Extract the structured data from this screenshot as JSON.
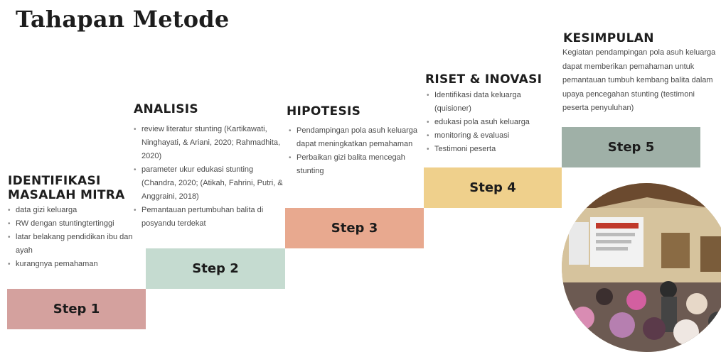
{
  "title": "Tahapan Metode",
  "steps": [
    {
      "label": "Step 1",
      "heading": "IDENTIFIKASI MASALAH MITRA",
      "items": [
        "data gizi keluarga",
        "RW dengan stuntingtertinggi",
        "latar belakang pendidikan ibu dan ayah",
        "kurangnya pemahaman"
      ]
    },
    {
      "label": "Step 2",
      "heading": "ANALISIS",
      "items": [
        "review literatur stunting (Kartikawati, Ninghayati, & Ariani, 2020;  Rahmadhita, 2020)",
        "parameter ukur edukasi stunting (Chandra, 2020;  (Atikah, Fahrini, Putri, & Anggraini, 2018)",
        "Pemantauan pertumbuhan balita di posyandu terdekat"
      ]
    },
    {
      "label": "Step 3",
      "heading": "HIPOTESIS",
      "items": [
        "Pendampingan pola asuh keluarga dapat meningkatkan pemahaman",
        "Perbaikan gizi balita mencegah stunting"
      ]
    },
    {
      "label": "Step 4",
      "heading": "RISET & INOVASI",
      "items": [
        "Identifikasi data keluarga (quisioner)",
        "edukasi pola asuh keluarga",
        "monitoring & evaluasi",
        "Testimoni peserta"
      ]
    },
    {
      "label": "Step 5",
      "heading": "KESIMPULAN",
      "text": "Kegiatan pendampingan pola asuh keluarga dapat memberikan pemahaman untuk pemantauan tumbuh kembang balita dalam upaya pencegahan stunting (testimoni peserta penyuluhan)"
    }
  ],
  "colors": {
    "step1": "#d4a19e",
    "step2": "#c5dbd0",
    "step3": "#e8a98f",
    "step4": "#efd08c",
    "step5": "#9fb0a7"
  }
}
